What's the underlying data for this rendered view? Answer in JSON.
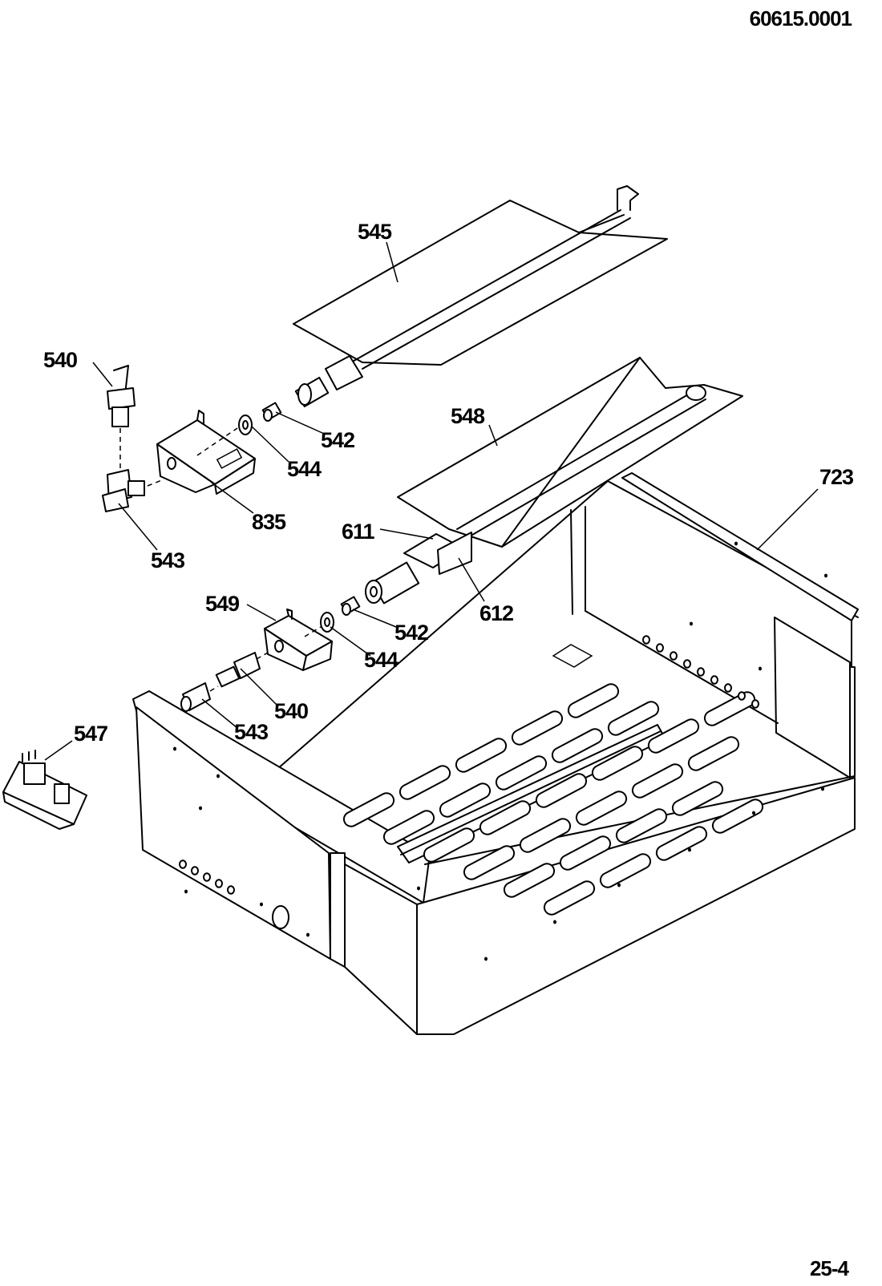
{
  "header": {
    "drawing_id": "60615.0001"
  },
  "footer": {
    "page_number": "25-4"
  },
  "parts": [
    {
      "key": "545",
      "label": "545"
    },
    {
      "key": "540-top",
      "label": "540"
    },
    {
      "key": "542-top",
      "label": "542"
    },
    {
      "key": "544-top",
      "label": "544"
    },
    {
      "key": "835",
      "label": "835"
    },
    {
      "key": "543-top",
      "label": "543"
    },
    {
      "key": "548",
      "label": "548"
    },
    {
      "key": "723",
      "label": "723"
    },
    {
      "key": "611",
      "label": "611"
    },
    {
      "key": "612",
      "label": "612"
    },
    {
      "key": "549",
      "label": "549"
    },
    {
      "key": "542-bottom",
      "label": "542"
    },
    {
      "key": "544-bottom",
      "label": "544"
    },
    {
      "key": "540-bottom",
      "label": "540"
    },
    {
      "key": "543-bottom",
      "label": "543"
    },
    {
      "key": "547",
      "label": "547"
    }
  ]
}
